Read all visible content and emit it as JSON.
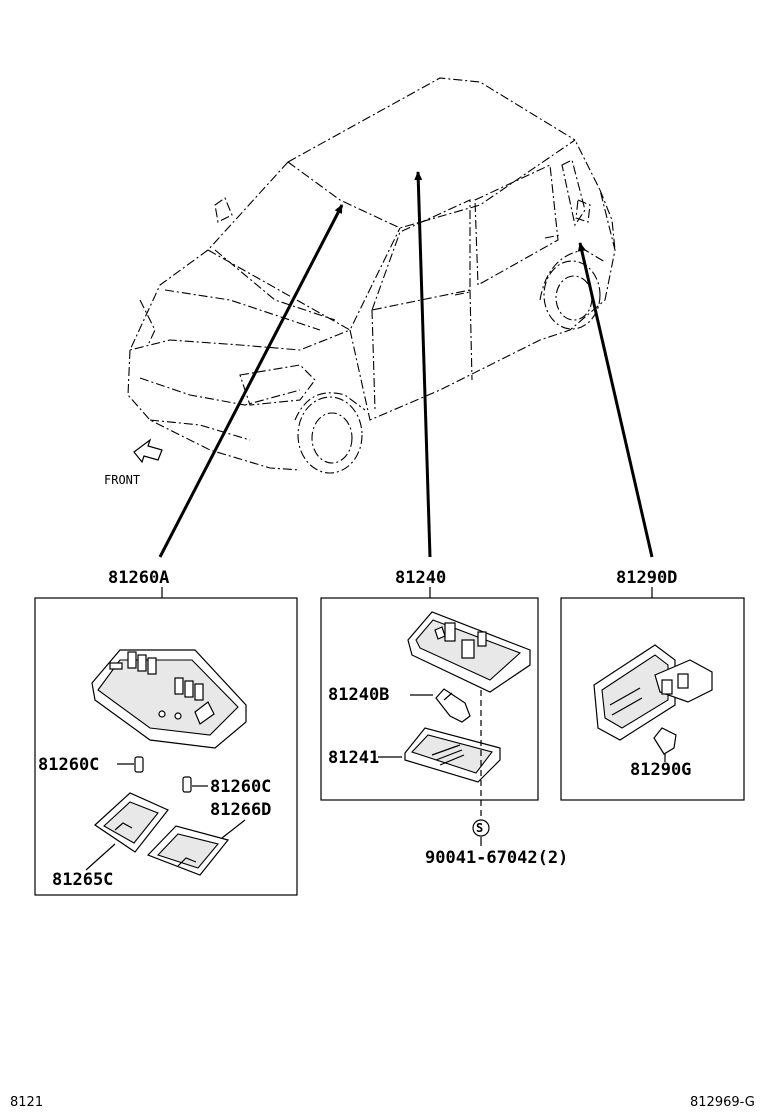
{
  "front_label": "FRONT",
  "groups": [
    {
      "part_number": "81260A",
      "sub_parts": [
        "81260C",
        "81260C",
        "81266D",
        "81265C"
      ]
    },
    {
      "part_number": "81240",
      "sub_parts": [
        "81240B",
        "81241"
      ],
      "screw": "90041-67042(2)"
    },
    {
      "part_number": "81290D",
      "sub_parts": [
        "81290G"
      ]
    }
  ],
  "footer": {
    "left": "8121",
    "right": "812969-G"
  }
}
